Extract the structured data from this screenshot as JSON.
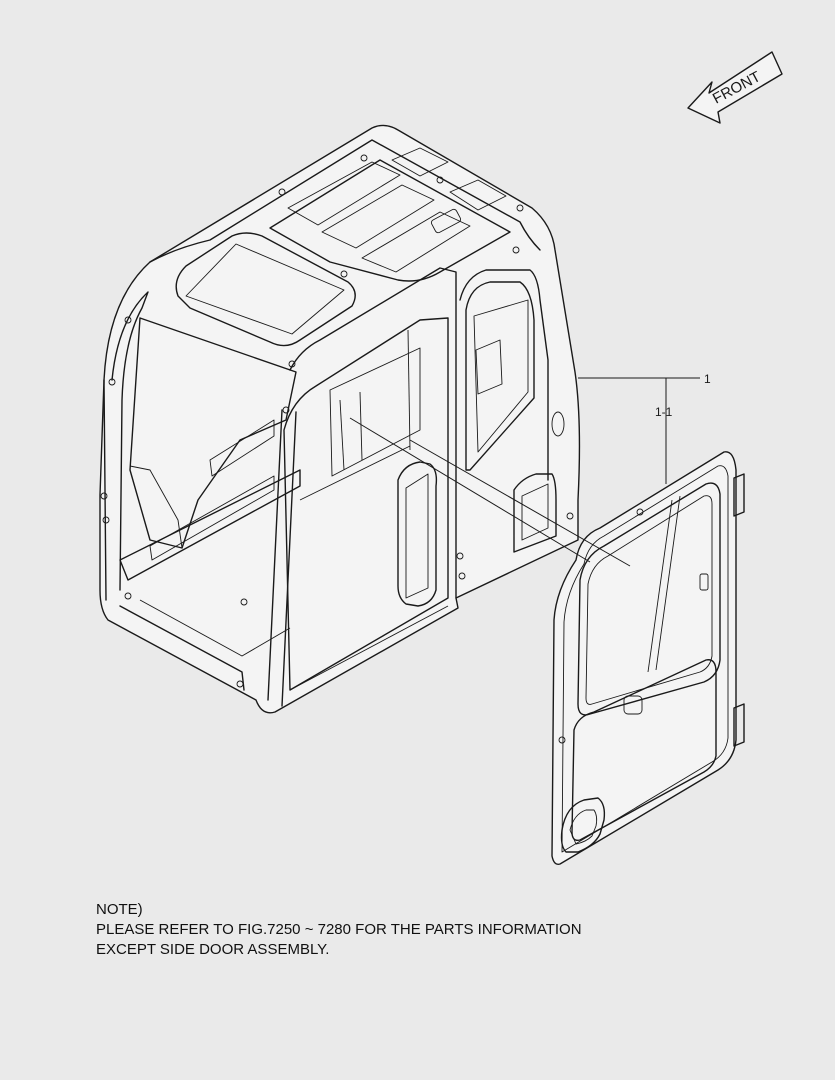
{
  "direction_label": "FRONT",
  "callouts": {
    "cab_assembly": "1",
    "side_door_assembly": "1-1"
  },
  "notes": {
    "heading": "NOTE)",
    "line1": "PLEASE REFER TO FIG.7250 ~ 7280 FOR THE PARTS INFORMATION",
    "line2": "EXCEPT SIDE DOOR ASSEMBLY."
  }
}
